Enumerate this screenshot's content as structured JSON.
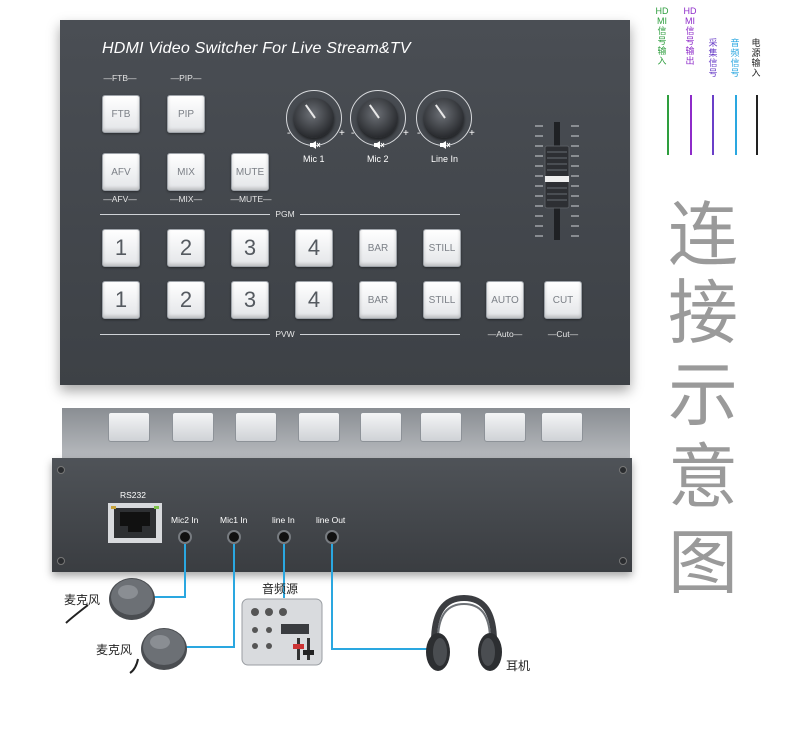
{
  "panel": {
    "title": "HDMI Video Switcher For Live Stream&TV",
    "labels": {
      "ftb": "FTB",
      "pip": "PIP",
      "afv": "AFV",
      "mix": "MIX",
      "mute": "MUTE",
      "pgm": "PGM",
      "pvw": "PVW",
      "auto": "Auto",
      "cut": "Cut"
    },
    "buttons": {
      "ftb": "FTB",
      "pip": "PIP",
      "afv": "AFV",
      "mix": "MIX",
      "mute": "MUTE",
      "pgm": [
        "1",
        "2",
        "3",
        "4",
        "BAR",
        "STILL"
      ],
      "pvw": [
        "1",
        "2",
        "3",
        "4",
        "BAR",
        "STILL"
      ],
      "auto": "AUTO",
      "cut": "CUT"
    },
    "knobs": [
      {
        "label": "Mic 1"
      },
      {
        "label": "Mic 2"
      },
      {
        "label": "Line In"
      }
    ],
    "knob_minus": "-",
    "knob_plus": "+"
  },
  "device": {
    "rs232": "RS232",
    "ports": [
      "Mic2 In",
      "Mic1 In",
      "line In",
      "line Out"
    ]
  },
  "annotations": {
    "mic_a": "麦克风",
    "mic_b": "麦克风",
    "audio_source": "音频源",
    "headphones": "耳机"
  },
  "side_title": [
    "连",
    "接",
    "示",
    "意",
    "图"
  ],
  "legend": [
    {
      "text": "HDMI信号输入",
      "color": "#2e9e3e"
    },
    {
      "text": "HDMI信号输出",
      "color": "#8e2bc9"
    },
    {
      "text": "采集信号",
      "color": "#6a3fc8"
    },
    {
      "text": "音频信号",
      "color": "#2aa7e0"
    },
    {
      "text": "电源输入",
      "color": "#222222"
    }
  ],
  "colors": {
    "cable": "#2aa7e0",
    "panel": "#44484d"
  }
}
